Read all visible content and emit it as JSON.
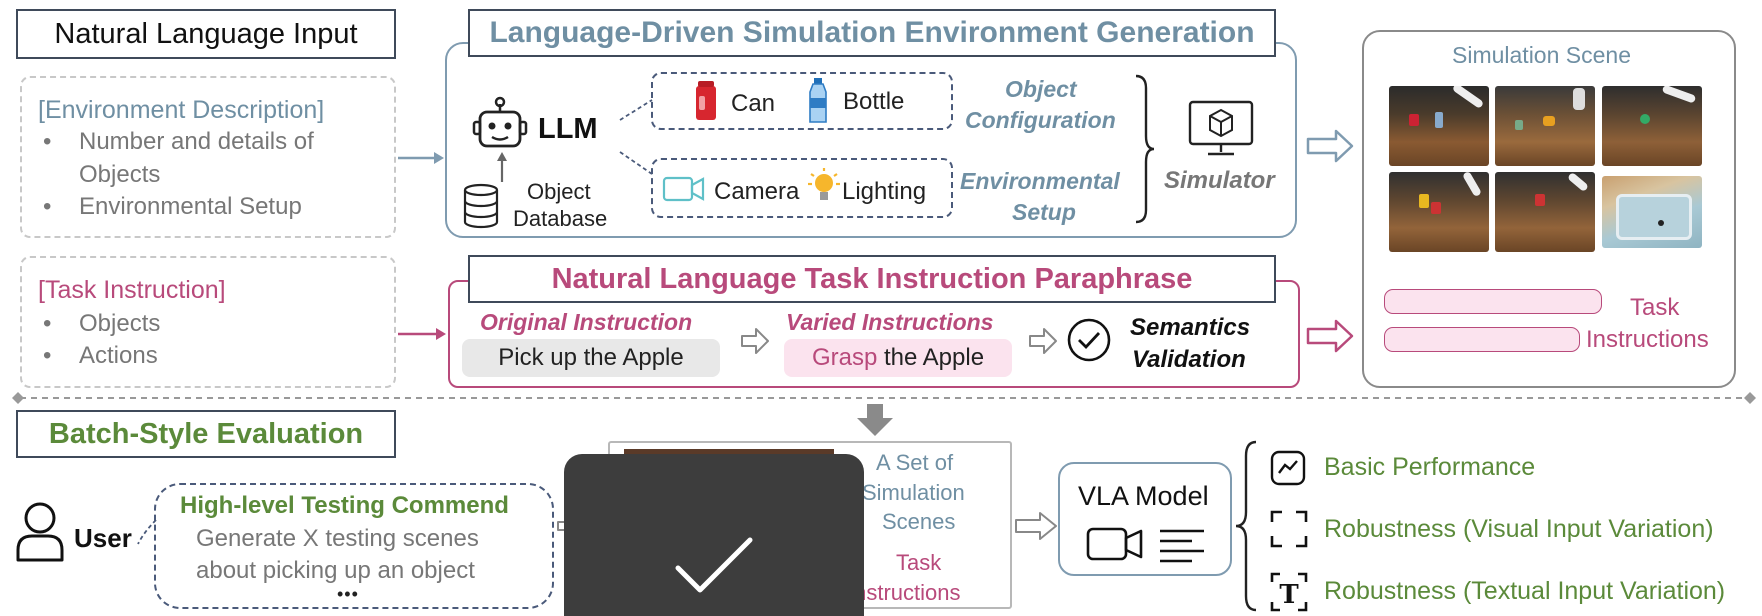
{
  "input": {
    "title": "Natural Language Input",
    "env_header": "[Environment Description]",
    "env_items": [
      "Number and details of",
      "Objects",
      "Environmental Setup"
    ],
    "task_header": "[Task Instruction]",
    "task_items": [
      "Objects",
      "Actions"
    ]
  },
  "env_gen": {
    "title": "Language-Driven Simulation Environment Generation",
    "llm": "LLM",
    "db_line1": "Object",
    "db_line2": "Database",
    "can": "Can",
    "bottle": "Bottle",
    "camera": "Camera",
    "lighting": "Lighting",
    "obj_cfg_1": "Object",
    "obj_cfg_2": "Configuration",
    "env_setup_1": "Environmental",
    "env_setup_2": "Setup",
    "simulator": "Simulator"
  },
  "scene": {
    "title": "Simulation Scene",
    "task_1": "Task",
    "task_2": "Instructions"
  },
  "paraphrase": {
    "title": "Natural Language Task Instruction Paraphrase",
    "orig_label": "Original Instruction",
    "orig_text": "Pick up the Apple",
    "varied_label": "Varied Instructions",
    "varied_verb": "Grasp",
    "varied_rest": " the Apple",
    "semantics_1": "Semantics",
    "semantics_2": "Validation"
  },
  "batch": {
    "title": "Batch-Style Evaluation",
    "user": "User",
    "cmd_title": "High-level Testing Commend",
    "cmd_line1": "Generate X testing scenes",
    "cmd_line2": "about picking up an object",
    "cmd_more": "•••",
    "set_1": "A Set of",
    "set_2": "Simulation",
    "set_3": "Scenes",
    "task_1": "Task",
    "task_2": "Instructions",
    "vla": "VLA Model",
    "metrics": [
      "Basic Performance",
      "Robustness (Visual Input Variation)",
      "Robustness (Textual Input Variation)"
    ]
  },
  "colors": {
    "blue": "#6f8fa3",
    "pink": "#b84a7b",
    "green": "#5b8a3a",
    "dark": "#3f4a5a"
  },
  "icons": [
    "robot-icon",
    "database-icon",
    "can-icon",
    "bottle-icon",
    "camera-icon",
    "lightbulb-icon",
    "simulator-icon",
    "checkmark-circle-icon",
    "user-icon",
    "video-icon",
    "text-lines-icon",
    "chart-icon",
    "focus-frame-icon",
    "text-t-icon"
  ]
}
